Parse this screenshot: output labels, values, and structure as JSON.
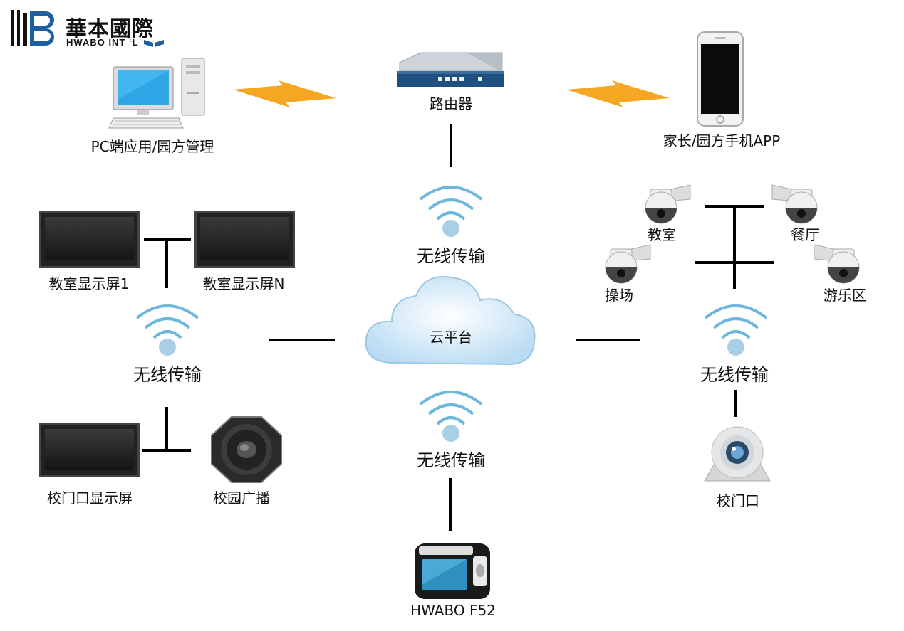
{
  "logo": {
    "cn": "華本國際",
    "en": "HWABO INT ‘L"
  },
  "nodes": {
    "pc": "PC端应用/园方管理",
    "router": "路由器",
    "phone": "家长/园方手机APP",
    "display1": "教室显示屏1",
    "displayN": "教室显示屏N",
    "gate_display": "校门口显示屏",
    "broadcast": "校园广播",
    "cloud": "云平台",
    "device": "HWABO F52",
    "cam_classroom": "教室",
    "cam_canteen": "餐厅",
    "cam_playground": "操场",
    "cam_amusement": "游乐区",
    "cam_gate": "校门口"
  },
  "wireless": {
    "top": "无线传输",
    "left": "无线传输",
    "right": "无线传输",
    "bottom": "无线传输"
  },
  "colors": {
    "wifi": "#6bb8dc",
    "bolt": "#f5a623",
    "cloud": "#cfe6f5",
    "line": "#000000"
  }
}
